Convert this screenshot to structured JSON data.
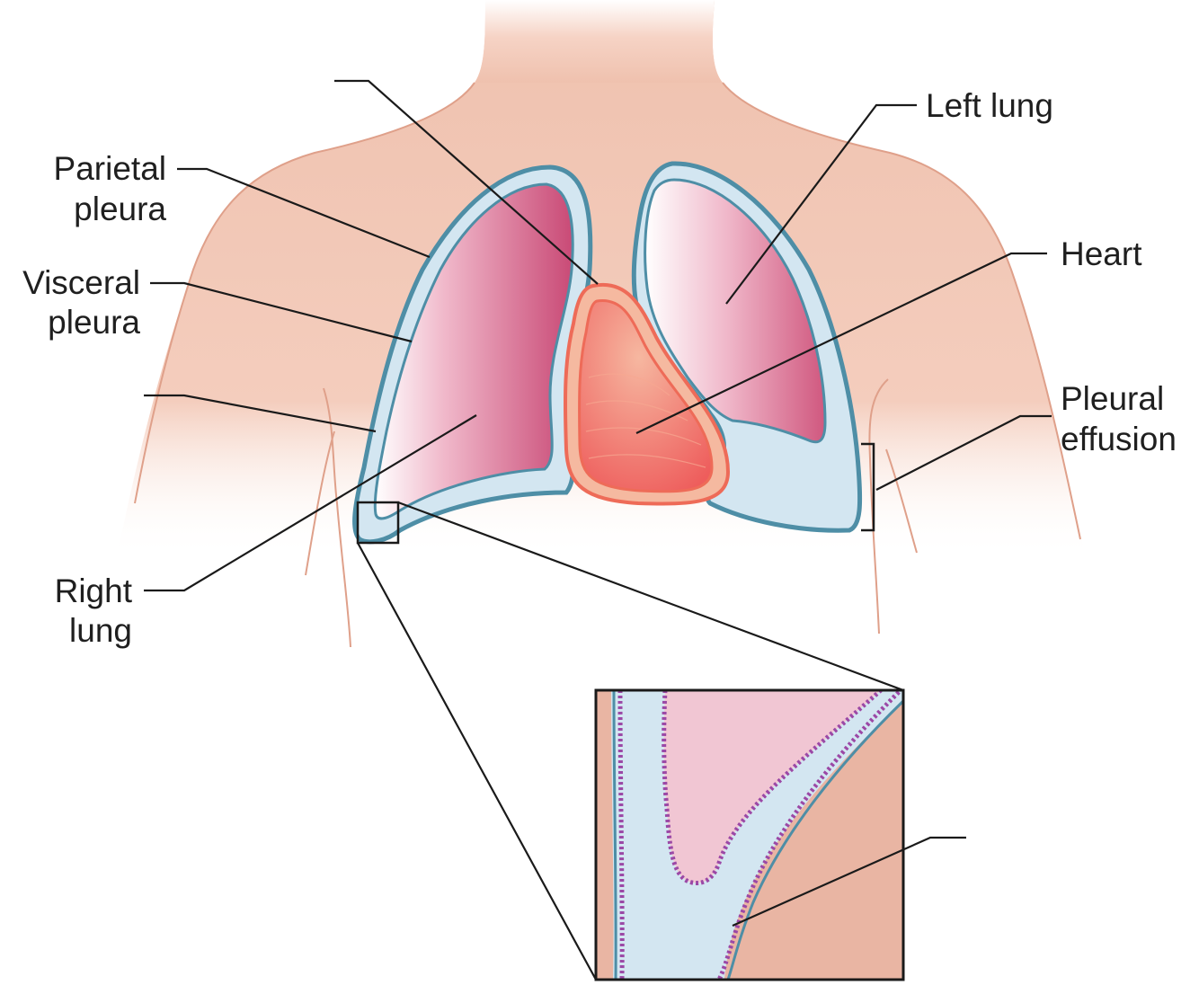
{
  "labels": {
    "parietal_line1": "Parietal",
    "parietal_line2": "pleura",
    "visceral_line1": "Visceral",
    "visceral_line2": "pleura",
    "right_line1": "Right",
    "right_line2": "lung",
    "left_lung": "Left lung",
    "heart": "Heart",
    "effusion_line1": "Pleural",
    "effusion_line2": "effusion"
  },
  "colors": {
    "skin": "#efc1ae",
    "skin_edge": "#d98e78",
    "pleura_fill": "#d3e6f1",
    "pleura_stroke": "#4e8ea6",
    "lung_pink": "#d8648a",
    "heart_red": "#ee6660",
    "heart_rim": "#f5b9a0",
    "mesothelium": "#9b48a6",
    "leader": "#1a1a1a"
  }
}
